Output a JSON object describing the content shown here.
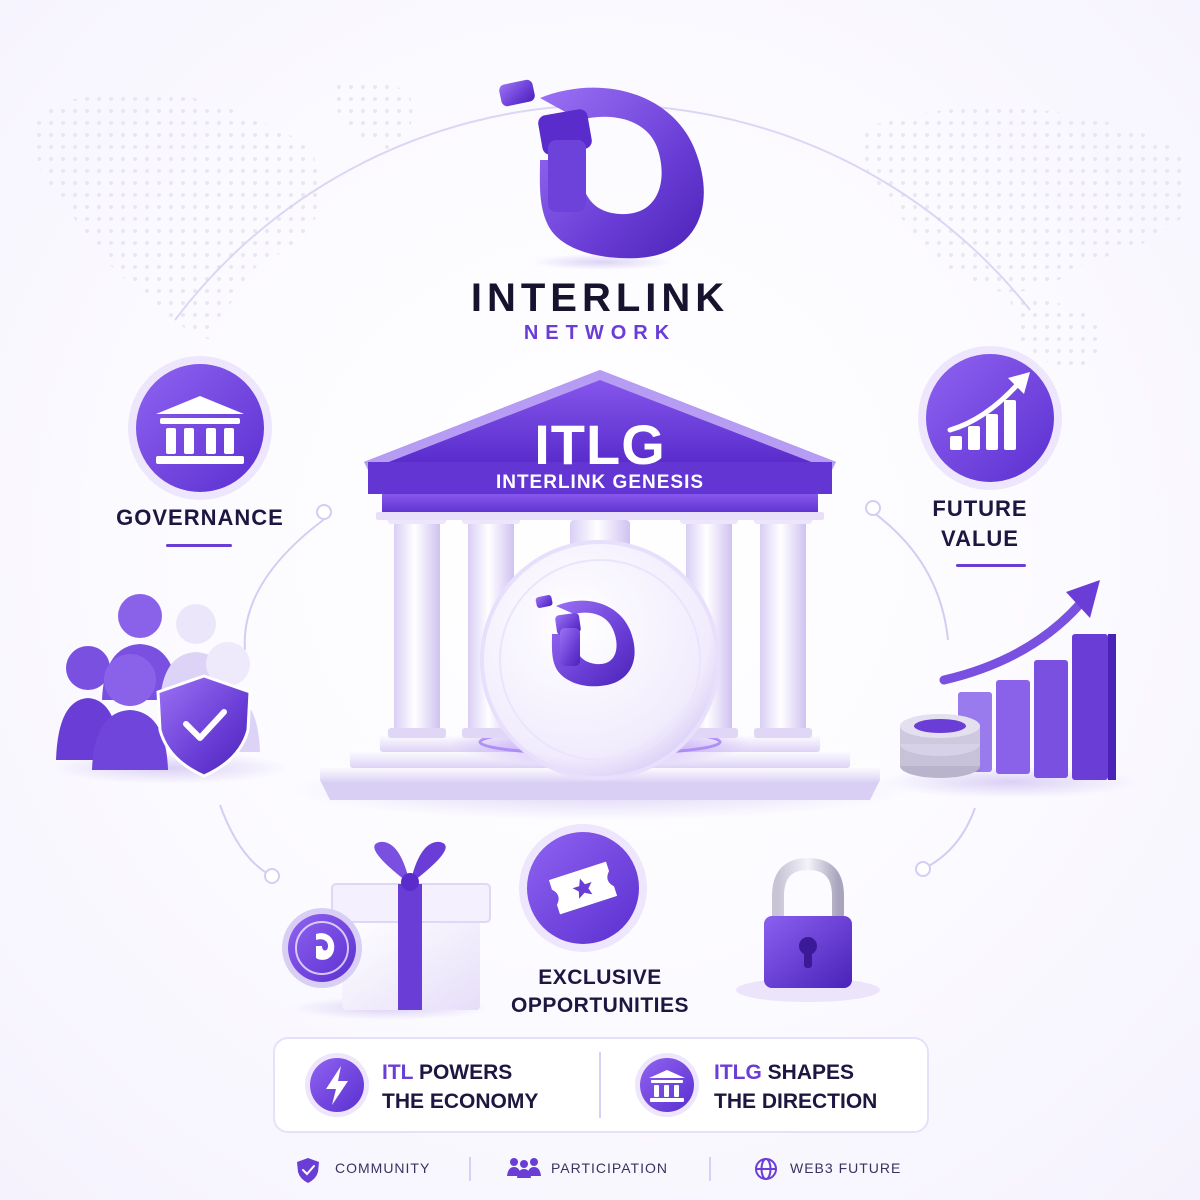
{
  "brand": {
    "title": "INTERLINK",
    "subtitle": "NETWORK"
  },
  "temple": {
    "title": "ITLG",
    "subtitle": "INTERLINK GENESIS"
  },
  "features": {
    "governance": "GOVERNANCE",
    "future_value_line1": "FUTURE",
    "future_value_line2": "VALUE",
    "exclusive_line1": "EXCLUSIVE",
    "exclusive_line2": "OPPORTUNITIES"
  },
  "banner": {
    "left_accent": "ITL",
    "left_rest": " POWERS",
    "left_line2": "THE ECONOMY",
    "right_accent": "ITLG",
    "right_rest": " SHAPES",
    "right_line2": "THE DIRECTION"
  },
  "footer": {
    "community": "COMMUNITY",
    "participation": "PARTICIPATION",
    "web3": "WEB3 FUTURE"
  },
  "colors": {
    "primary": "#6a3ed6",
    "primary_dark": "#4a22b8",
    "primary_light": "#b9a2f3",
    "text_dark": "#1d1640",
    "background": "#ffffff"
  },
  "icons": {
    "logo": "interlink-logo-icon",
    "governance": "bank-icon",
    "future_value": "growth-chart-icon",
    "exclusive": "ticket-star-icon",
    "banner_left": "lightning-icon",
    "banner_right": "bank-icon",
    "community": "shield-check-icon",
    "participation": "people-group-icon",
    "web3": "globe-icon"
  }
}
